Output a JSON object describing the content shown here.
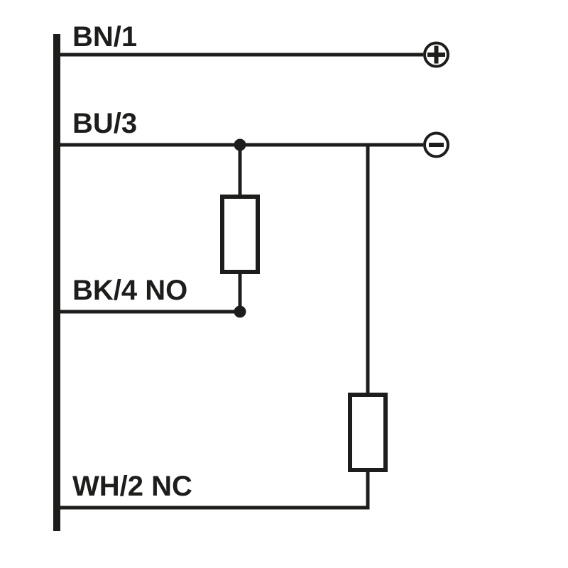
{
  "diagram": {
    "type": "sensor-wiring-connection-diagram",
    "wires": [
      {
        "label": "BN/1",
        "terminal": "+"
      },
      {
        "label": "BU/3",
        "terminal": "−"
      },
      {
        "label": "BK/4 NO",
        "terminal": ""
      },
      {
        "label": "WH/2 NC",
        "terminal": ""
      }
    ],
    "terminals": {
      "positive": "+",
      "negative": "−"
    },
    "components": {
      "load_1": "load-resistor",
      "load_2": "load-resistor"
    },
    "colors": {
      "ink": "#1d1d1b",
      "background": "#ffffff"
    }
  }
}
